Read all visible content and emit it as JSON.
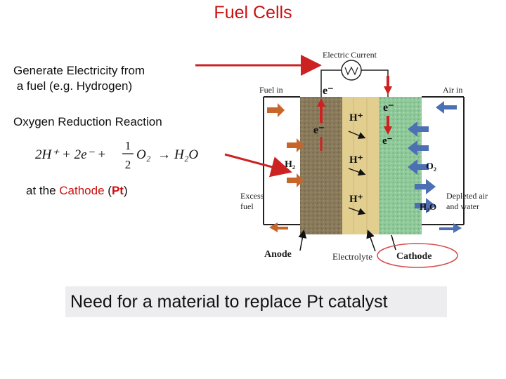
{
  "slide": {
    "title": "Fuel Cells",
    "line1a": "Generate Electricity from",
    "line1b": " a fuel (e.g. Hydrogen)",
    "line2": "Oxygen Reduction Reaction",
    "cathode_pre": "at the ",
    "cathode_word": "Cathode",
    "cathode_open": " (",
    "cathode_pt": "Pt",
    "cathode_close": ")",
    "equation": {
      "lhs": "2H⁺ + 2e⁻ + ",
      "frac_num": "1",
      "frac_den": "2",
      "rhs_o2": "O₂",
      "arrow": "→",
      "product": "H₂O"
    },
    "note": "Need for a material to replace Pt catalyst"
  },
  "diagram": {
    "electric_current": "Electric Current",
    "fuel_in": "Fuel in",
    "air_in": "Air in",
    "excess_fuel_1": "Excess",
    "excess_fuel_2": "fuel",
    "depleted_1": "Depleted air",
    "depleted_2": "and water",
    "anode": "Anode",
    "electrolyte": "Electrolyte",
    "cathode": "Cathode",
    "h2": "H₂",
    "o2": "O₂",
    "h2o": "H₂O",
    "electron": "e⁻",
    "proton": "H⁺",
    "colors": {
      "anode": "#8a7a5c",
      "electrolyte": "#e2cf8f",
      "cathode": "#8fc99a",
      "orange_arrow": "#c8652a",
      "blue_arrow": "#4d6fb3",
      "red_arrow": "#cc2222",
      "ellipse": "#d84a4a"
    }
  }
}
